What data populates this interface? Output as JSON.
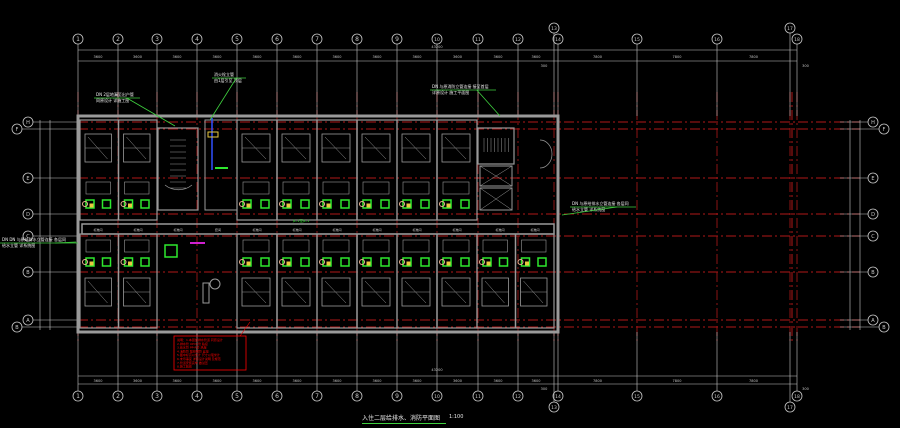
{
  "drawing": {
    "title": "入住二层给排水、消防平面图",
    "scale": "1:100",
    "background": "#000000",
    "colors": {
      "wall": "#9a9a9a",
      "axis": "#c8c8c8",
      "grid_dashed": "#b01818",
      "pipe_green": "#2ee82e",
      "fixture_yellow": "#e8c840",
      "fixture_pink": "#e8b090",
      "magenta": "#d020d0",
      "blue": "#3050ff",
      "note_red": "#ff0000",
      "leader_green": "#3fd13f"
    }
  },
  "axes_horizontal": [
    "1",
    "2",
    "3",
    "4",
    "5",
    "6",
    "7",
    "8",
    "9",
    "10",
    "11",
    "12",
    "13",
    "14",
    "15",
    "16",
    "17",
    "18"
  ],
  "axes_vertical": [
    "H",
    "F",
    "E",
    "D",
    "C",
    "B",
    "A",
    "B"
  ],
  "dimensions_top": [
    "3600",
    "3600",
    "3600",
    "3600",
    "3600",
    "3600",
    "3600",
    "3600",
    "3600",
    "3600",
    "3600",
    "3600",
    "300",
    "7800",
    "7800",
    "7800",
    "300"
  ],
  "dimensions_bottom": [
    "3600",
    "3600",
    "3600",
    "3600",
    "3600",
    "3600",
    "3600",
    "3600",
    "3600",
    "3600",
    "3600",
    "3600",
    "300",
    "7800",
    "7800",
    "7800",
    "300"
  ],
  "overall_dimension": "43200",
  "annotations": [
    {
      "id": "note-top-left",
      "lines": [
        "DN 2层地漏至出户管",
        "同原设计 详施工图"
      ]
    },
    {
      "id": "note-top-mid",
      "lines": [
        "消火栓立管",
        "由1层引至 顶层"
      ]
    },
    {
      "id": "note-top-right",
      "lines": [
        "DN 与原消防立管连接 接至首层",
        "详原设计 施工平面图"
      ]
    },
    {
      "id": "note-left",
      "lines": [
        "DN DN 与原给排水立管连接 各层同",
        "给水立管 详系统图"
      ]
    },
    {
      "id": "note-right",
      "lines": [
        "DN 与原给排水立管连接 各层同",
        "给水立管 详系统图"
      ]
    },
    {
      "id": "pipe-label-mid",
      "lines": [
        "JL-1至JL-1"
      ]
    }
  ],
  "room_labels": [
    "标准间",
    "标准间",
    "标准间",
    "标准间",
    "标准间",
    "标准间",
    "标准间",
    "标准间",
    "标准间",
    "标准间",
    "套间",
    "标准间"
  ],
  "red_notes": [
    "说明：1.本层给排水管道 同原设计",
    "2.排水管 UPVC管 粘接",
    "3.给水管 PP-R管 热熔",
    "4.消防管 镀锌钢管 丝接",
    "5.图中标高以米计 尺寸以毫米计",
    "6.未尽事宜 详原设计说明 及规范",
    "7.管道安装完毕 做试压",
    "8.施工验收"
  ]
}
